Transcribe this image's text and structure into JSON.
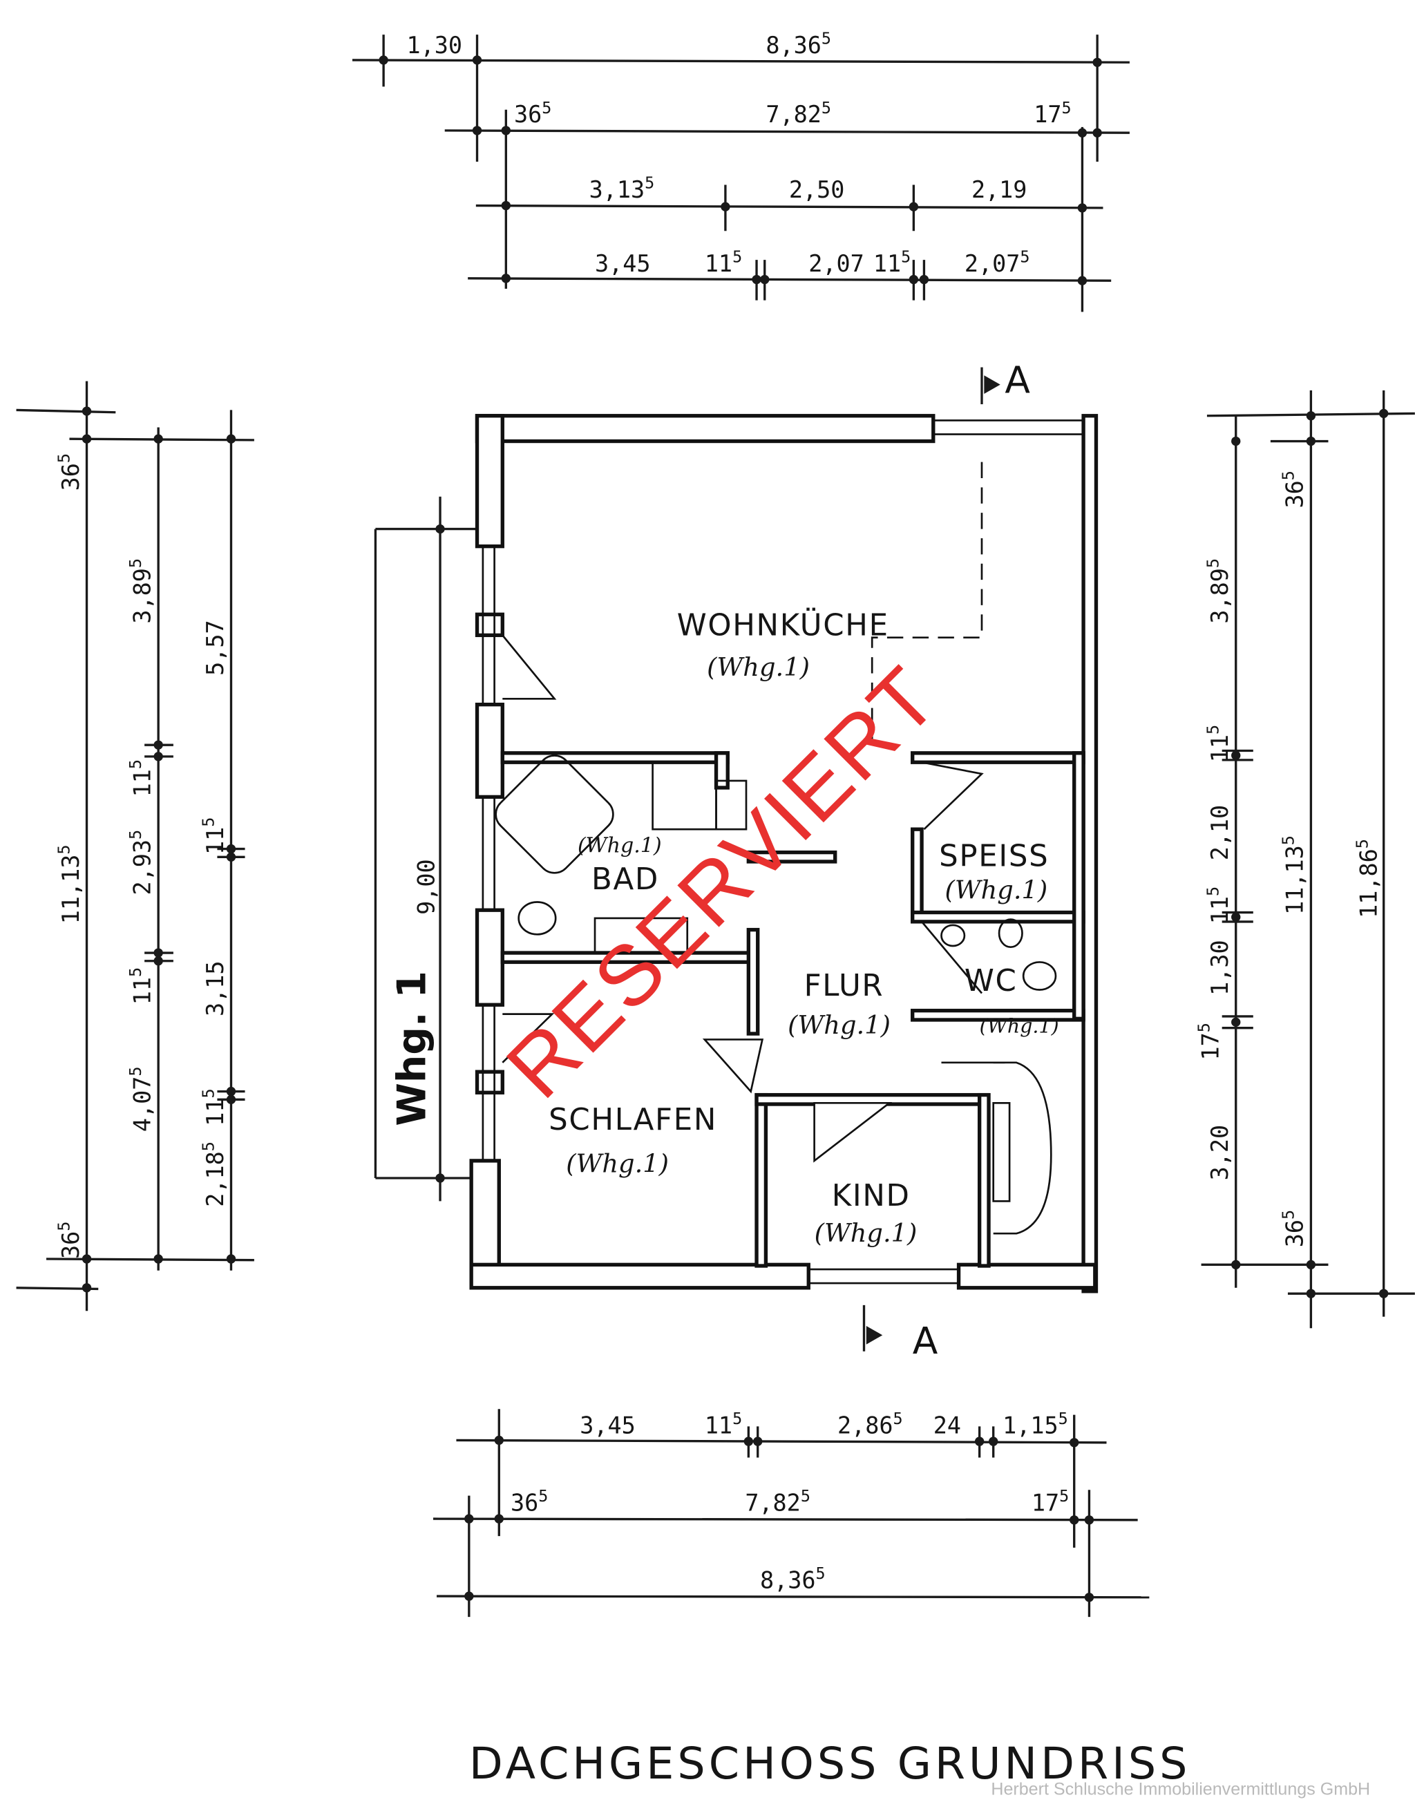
{
  "title": "DACHGESCHOSS GRUNDRISS",
  "stamp": "RESERVIERT",
  "watermark": "Herbert Schlusche Immobilienvermittlungs GmbH",
  "unit_label": "Whg. 1",
  "section_marker": "A",
  "colors": {
    "stamp": "#e8312f",
    "ink": "#151515"
  },
  "rooms": [
    {
      "name": "WOHNKÜCHE",
      "unit": "(Whg.1)"
    },
    {
      "name": "BAD",
      "unit": "(Whg.1)"
    },
    {
      "name": "SPEISS",
      "unit": "(Whg.1)"
    },
    {
      "name": "FLUR",
      "unit": "(Whg.1)"
    },
    {
      "name": "WC",
      "unit": "(Whg.1)"
    },
    {
      "name": "SCHLAFEN",
      "unit": "(Whg.1)"
    },
    {
      "name": "KIND",
      "unit": "(Whg.1)"
    }
  ],
  "dims_top": [
    [
      {
        "v": "1,30",
        "s": ""
      },
      {
        "v": "8,36",
        "s": "5"
      }
    ],
    [
      {
        "v": "36",
        "s": "5"
      },
      {
        "v": "7,82",
        "s": "5"
      },
      {
        "v": "17",
        "s": "5"
      }
    ],
    [
      {
        "v": "3,13",
        "s": "5"
      },
      {
        "v": "2,50",
        "s": ""
      },
      {
        "v": "2,19",
        "s": ""
      }
    ],
    [
      {
        "v": "3,45",
        "s": ""
      },
      {
        "v": "11",
        "s": "5"
      },
      {
        "v": "2,07",
        "s": ""
      },
      {
        "v": "11",
        "s": "5"
      },
      {
        "v": "2,07",
        "s": "5"
      }
    ]
  ],
  "dims_bottom": [
    [
      {
        "v": "3,45",
        "s": ""
      },
      {
        "v": "11",
        "s": "5"
      },
      {
        "v": "2,86",
        "s": "5"
      },
      {
        "v": "24",
        "s": ""
      },
      {
        "v": "1,15",
        "s": "5"
      }
    ],
    [
      {
        "v": "36",
        "s": "5"
      },
      {
        "v": "7,82",
        "s": "5"
      },
      {
        "v": "17",
        "s": "5"
      }
    ],
    [
      {
        "v": "8,36",
        "s": "5"
      }
    ]
  ],
  "dims_left": [
    [
      {
        "v": "36",
        "s": "5"
      },
      {
        "v": "11,13",
        "s": "5"
      },
      {
        "v": "36",
        "s": "5"
      }
    ],
    [
      {
        "v": "3,89",
        "s": "5"
      },
      {
        "v": "11",
        "s": "5"
      },
      {
        "v": "2,93",
        "s": "5"
      },
      {
        "v": "11",
        "s": "5"
      },
      {
        "v": "4,07",
        "s": "5"
      }
    ],
    [
      {
        "v": "5,57",
        "s": ""
      },
      {
        "v": "11",
        "s": "5"
      },
      {
        "v": "3,15",
        "s": ""
      },
      {
        "v": "11",
        "s": "5"
      },
      {
        "v": "2,18",
        "s": "5"
      }
    ],
    [
      {
        "v": "9,00",
        "s": ""
      }
    ]
  ],
  "dims_right": [
    [
      {
        "v": "3,89",
        "s": "5"
      },
      {
        "v": "11",
        "s": "5"
      },
      {
        "v": "2,10",
        "s": ""
      },
      {
        "v": "11",
        "s": "5"
      },
      {
        "v": "1,30",
        "s": ""
      },
      {
        "v": "17",
        "s": "5"
      },
      {
        "v": "3,20",
        "s": ""
      }
    ],
    [
      {
        "v": "36",
        "s": "5"
      },
      {
        "v": "11,13",
        "s": "5"
      },
      {
        "v": "36",
        "s": "5"
      }
    ],
    [
      {
        "v": "11,86",
        "s": "5"
      }
    ]
  ]
}
